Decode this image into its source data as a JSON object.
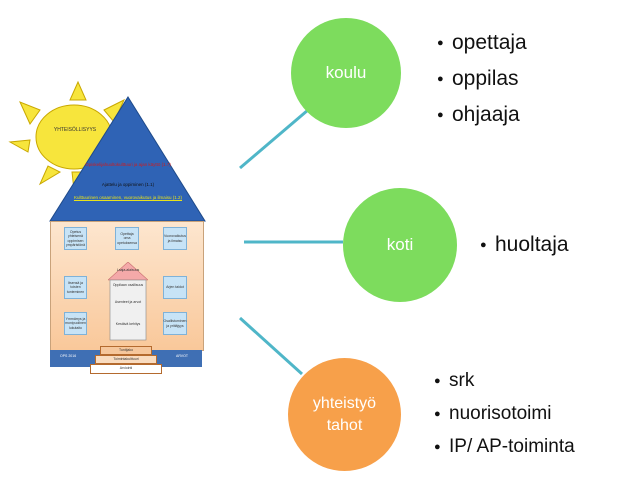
{
  "house": {
    "sun_label": "YHTEISÖLLISYYS",
    "roof_lines": [
      "Opiskelijahuoltokulttuuri ja ajan käyttö (1.7)",
      "Ajattelu ja oppiminen (1.1)",
      "Kulttuurinen osaaminen, vuorovaikutus ja ilmaisu (1.2)"
    ],
    "left_boxes": [
      "Opetus yhteisenä oppimisen ympäristönä",
      "Itsensä ja toisten tunteminen",
      "Ymmärrys ja monipuolinen lukutaito"
    ],
    "middle_boxes": [
      "Opettaja oma opetuksensa"
    ],
    "right_boxes": [
      "Vuorovaikutus ja ilmaisu",
      "Arjen taidot",
      "Osallistuminen ja yrittäjyys"
    ],
    "inner_top": "Laaja-alaisuus",
    "inner_labels": [
      "Oppilaan osallisuus",
      "Asenteet ja arvot",
      "Kestävä kehitys"
    ],
    "base_left": "OPS 2016",
    "base_right": "ARVOT",
    "steps": [
      "Tuntijako",
      "Toimintakulttuuri",
      "Arviointi"
    ]
  },
  "groups": [
    {
      "label": "koulu",
      "items": [
        "opettaja",
        "oppilas",
        "ohjaaja"
      ]
    },
    {
      "label": "koti",
      "items": [
        "huoltaja"
      ]
    },
    {
      "label": "yhteistyö tahot",
      "label_lines": [
        "yhteistyö",
        "tahot"
      ],
      "items": [
        "srk",
        "nuorisotoimi",
        "IP/ AP-toiminta"
      ]
    }
  ],
  "colors": {
    "circle_green": "#7ddc5d",
    "circle_orange": "#f7a04a",
    "connector": "#4fb6c8",
    "roof": "#2f63b5"
  }
}
